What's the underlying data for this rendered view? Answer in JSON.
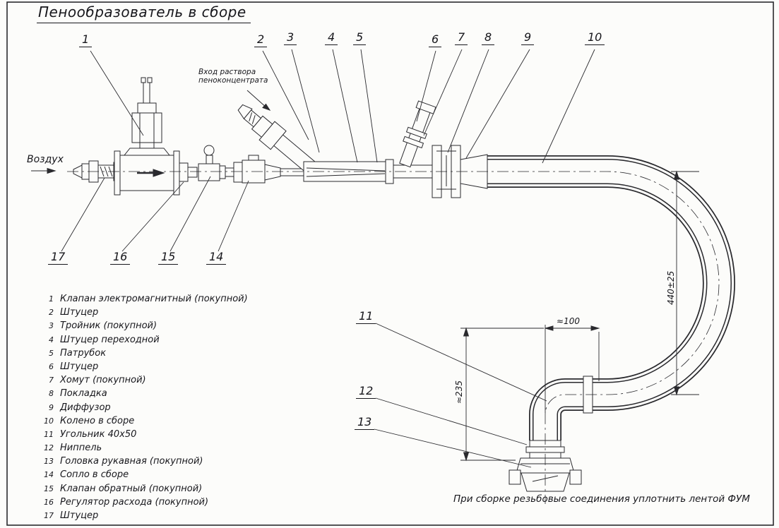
{
  "title": "Пенообразователь в сборе",
  "labels": {
    "air": "Воздух",
    "foam_inlet_line1": "Вход раствора",
    "foam_inlet_line2": "пеноконцентрата",
    "note": "При сборке резьбовые соединения уплотнить лентой ФУМ"
  },
  "dimensions": {
    "d440": "440±25",
    "d100": "≈100",
    "d235": "≈235"
  },
  "callouts": [
    "1",
    "2",
    "3",
    "4",
    "5",
    "6",
    "7",
    "8",
    "9",
    "10",
    "11",
    "12",
    "13",
    "14",
    "15",
    "16",
    "17"
  ],
  "parts_list": [
    {
      "num": "1",
      "name": "Клапан электромагнитный (покупной)"
    },
    {
      "num": "2",
      "name": "Штуцер"
    },
    {
      "num": "3",
      "name": "Тройник (покупной)"
    },
    {
      "num": "4",
      "name": "Штуцер переходной"
    },
    {
      "num": "5",
      "name": "Патрубок"
    },
    {
      "num": "6",
      "name": "Штуцер"
    },
    {
      "num": "7",
      "name": "Хомут (покупной)"
    },
    {
      "num": "8",
      "name": "Покладка"
    },
    {
      "num": "9",
      "name": "Диффузор"
    },
    {
      "num": "10",
      "name": "Колено в сборе"
    },
    {
      "num": "11",
      "name": "Угольник 40х50"
    },
    {
      "num": "12",
      "name": "Ниппель"
    },
    {
      "num": "13",
      "name": "Головка рукавная (покупной)"
    },
    {
      "num": "14",
      "name": "Сопло в сборе"
    },
    {
      "num": "15",
      "name": "Клапан обратный (покупной)"
    },
    {
      "num": "16",
      "name": "Регулятор расхода (покупной)"
    },
    {
      "num": "17",
      "name": "Штуцер"
    }
  ]
}
